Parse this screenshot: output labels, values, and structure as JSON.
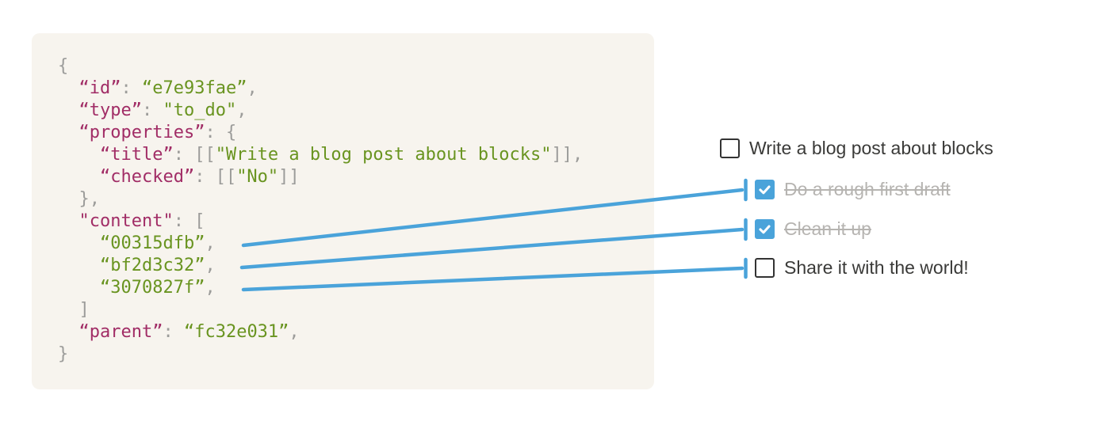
{
  "colors": {
    "panel_bg": "#f7f4ee",
    "code_key": "#a12d66",
    "code_value": "#699420",
    "code_punct": "#9c9c9a",
    "accent_blue": "#4aa3da",
    "todo_text": "#3a3a38",
    "todo_done_text": "#b6b4b1",
    "checkbox_border": "#333333"
  },
  "code_block": {
    "lines": [
      [
        [
          "p",
          "{"
        ]
      ],
      [
        [
          "p",
          "  "
        ],
        [
          "k",
          "“id”"
        ],
        [
          "p",
          ": "
        ],
        [
          "v",
          "“e7e93fae”"
        ],
        [
          "p",
          ","
        ]
      ],
      [
        [
          "p",
          "  "
        ],
        [
          "k",
          "“type”"
        ],
        [
          "p",
          ": "
        ],
        [
          "v",
          "\"to_do\""
        ],
        [
          "p",
          ","
        ]
      ],
      [
        [
          "p",
          "  "
        ],
        [
          "k",
          "“properties”"
        ],
        [
          "p",
          ": {"
        ]
      ],
      [
        [
          "p",
          "    "
        ],
        [
          "k",
          "“title”"
        ],
        [
          "p",
          ": [["
        ],
        [
          "v",
          "\"Write a blog post about blocks\""
        ],
        [
          "p",
          "]],"
        ]
      ],
      [
        [
          "p",
          "    "
        ],
        [
          "k",
          "“checked”"
        ],
        [
          "p",
          ": [["
        ],
        [
          "v",
          "\"No\""
        ],
        [
          "p",
          "]]"
        ]
      ],
      [
        [
          "p",
          "  },"
        ]
      ],
      [
        [
          "p",
          "  "
        ],
        [
          "k",
          "\"content\""
        ],
        [
          "p",
          ": ["
        ]
      ],
      [
        [
          "p",
          "    "
        ],
        [
          "v",
          "“00315dfb”"
        ],
        [
          "p",
          ","
        ]
      ],
      [
        [
          "p",
          "    "
        ],
        [
          "v",
          "“bf2d3c32”"
        ],
        [
          "p",
          ","
        ]
      ],
      [
        [
          "p",
          "    "
        ],
        [
          "v",
          "“3070827f”"
        ],
        [
          "p",
          ","
        ]
      ],
      [
        [
          "p",
          "  ]"
        ]
      ],
      [
        [
          "p",
          "  "
        ],
        [
          "k",
          "“parent”"
        ],
        [
          "p",
          ": "
        ],
        [
          "v",
          "“fc32e031”"
        ],
        [
          "p",
          ","
        ]
      ],
      [
        [
          "p",
          "}"
        ]
      ]
    ]
  },
  "todo": {
    "items": [
      {
        "label": "Write a blog post about blocks",
        "checked": false
      },
      {
        "label": "Do a rough first draft",
        "checked": true
      },
      {
        "label": "Clean it up",
        "checked": true
      },
      {
        "label": "Share it with the world!",
        "checked": false
      }
    ]
  },
  "connectors": {
    "note": "blue lines link content block ids to rendered child to-dos",
    "count": 3
  }
}
